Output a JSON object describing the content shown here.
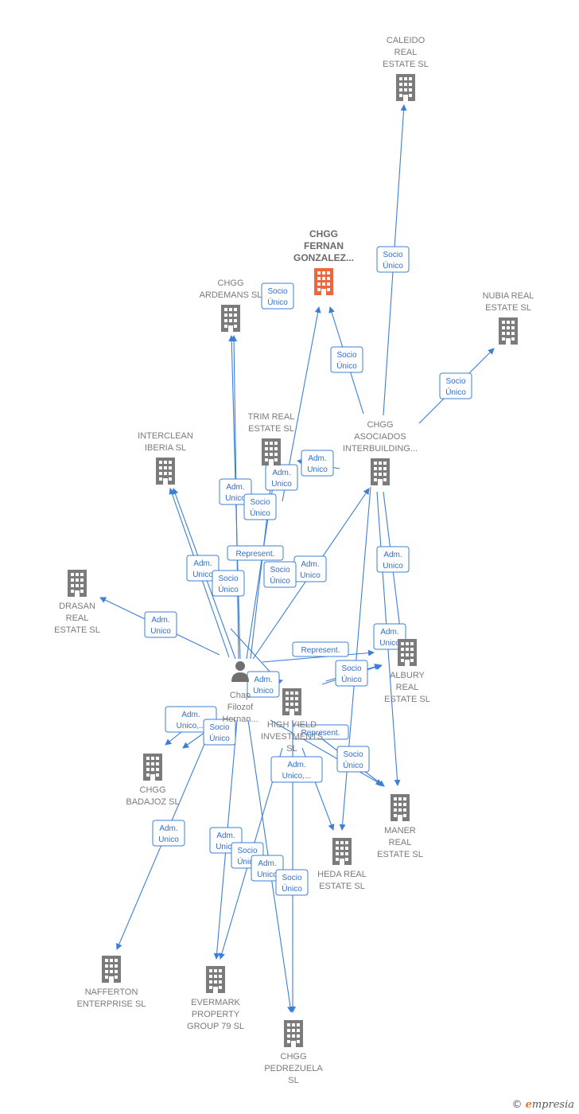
{
  "colors": {
    "edge": "#3d7fd6",
    "building": "#7b7b7b",
    "building_main": "#f0663a",
    "person": "#6f6f6f"
  },
  "nodes": [
    {
      "id": "caleido",
      "type": "building",
      "label": [
        "CALEIDO",
        "REAL",
        "ESTATE  SL"
      ]
    },
    {
      "id": "fernan",
      "type": "building-main",
      "label": [
        "CHGG",
        "FERNAN",
        "GONZALEZ..."
      ]
    },
    {
      "id": "ardemans",
      "type": "building",
      "label": [
        "CHGG",
        "ARDEMANS  SL"
      ]
    },
    {
      "id": "nubia",
      "type": "building",
      "label": [
        "NUBIA REAL",
        "ESTATE  SL"
      ]
    },
    {
      "id": "trim",
      "type": "building",
      "label": [
        "TRIM REAL",
        "ESTATE  SL"
      ]
    },
    {
      "id": "interclean",
      "type": "building",
      "label": [
        "INTERCLEAN",
        "IBERIA  SL"
      ]
    },
    {
      "id": "asociados",
      "type": "building",
      "label": [
        "CHGG",
        "ASOCIADOS",
        "INTERBUILDING..."
      ]
    },
    {
      "id": "drasan",
      "type": "building",
      "label": [
        "DRASAN",
        "REAL",
        "ESTATE  SL"
      ]
    },
    {
      "id": "person",
      "type": "person",
      "label": [
        "Chap",
        "Filozof",
        "Hernan..."
      ]
    },
    {
      "id": "albury",
      "type": "building",
      "label": [
        "ALBURY",
        "REAL",
        "ESTATE  SL"
      ]
    },
    {
      "id": "highyield",
      "type": "building",
      "label": [
        "HIGH YIELD",
        "INVESTMENTS",
        "SL"
      ]
    },
    {
      "id": "badajoz",
      "type": "building",
      "label": [
        "CHGG",
        "BADAJOZ  SL"
      ]
    },
    {
      "id": "maner",
      "type": "building",
      "label": [
        "MANER",
        "REAL",
        "ESTATE  SL"
      ]
    },
    {
      "id": "heda",
      "type": "building",
      "label": [
        "HEDA REAL",
        "ESTATE  SL"
      ]
    },
    {
      "id": "nafferton",
      "type": "building",
      "label": [
        "NAFFERTON",
        "ENTERPRISE SL"
      ]
    },
    {
      "id": "evermark",
      "type": "building",
      "label": [
        "EVERMARK",
        "PROPERTY",
        "GROUP 79  SL"
      ]
    },
    {
      "id": "pedrezuela",
      "type": "building",
      "label": [
        "CHGG",
        "PEDREZUELA",
        "SL"
      ]
    }
  ],
  "edges": [
    {
      "from": "asociados",
      "to": "caleido",
      "label": [
        "Socio",
        "Único"
      ]
    },
    {
      "from": "trim",
      "to": "fernan",
      "label": [
        "Socio",
        "Único"
      ]
    },
    {
      "from": "asociados",
      "to": "fernan",
      "label": [
        "Socio",
        "Único"
      ]
    },
    {
      "from": "asociados",
      "to": "nubia",
      "label": [
        "Socio",
        "Único"
      ]
    },
    {
      "from": "person",
      "to": "ardemans",
      "label": [
        "Adm.",
        "Unico"
      ]
    },
    {
      "from": "person",
      "to": "trim",
      "label": [
        "Adm.",
        "Unico"
      ]
    },
    {
      "from": "asociados",
      "to": "trim",
      "label": [
        "Adm.",
        "Unico"
      ]
    },
    {
      "from": "person",
      "to": "trim",
      "label": [
        "Socio",
        "Único"
      ]
    },
    {
      "from": "person",
      "to": "interclean",
      "label": [
        "Adm.",
        "Unico"
      ]
    },
    {
      "from": "person",
      "to": "interclean",
      "label": [
        "Socio",
        "Único"
      ]
    },
    {
      "from": "person",
      "to": "asociados",
      "label": [
        "Adm.",
        "Unico"
      ]
    },
    {
      "from": "person",
      "to": "ardemans",
      "label": [
        "Represent."
      ]
    },
    {
      "from": "person",
      "to": "highyield",
      "label": [
        "Socio",
        "Único"
      ]
    },
    {
      "from": "person",
      "to": "drasan",
      "label": [
        "Adm.",
        "Unico"
      ]
    },
    {
      "from": "asociados",
      "to": "albury",
      "label": [
        "Adm.",
        "Unico"
      ]
    },
    {
      "from": "person",
      "to": "albury",
      "label": [
        "Represent."
      ]
    },
    {
      "from": "person",
      "to": "albury",
      "label": [
        "Adm.",
        "Unico"
      ]
    },
    {
      "from": "person",
      "to": "albury",
      "label": [
        "Socio",
        "Único"
      ]
    },
    {
      "from": "person",
      "to": "highyield",
      "label": [
        "Adm.",
        "Unico"
      ]
    },
    {
      "from": "person",
      "to": "badajoz",
      "label": [
        "Adm.",
        "Unico,..."
      ]
    },
    {
      "from": "person",
      "to": "badajoz",
      "label": [
        "Socio",
        "Único"
      ]
    },
    {
      "from": "person",
      "to": "maner",
      "label": [
        "Represent."
      ]
    },
    {
      "from": "person",
      "to": "maner",
      "label": [
        "Socio",
        "Único"
      ]
    },
    {
      "from": "highyield",
      "to": "heda",
      "label": [
        "Adm.",
        "Unico,..."
      ]
    },
    {
      "from": "person",
      "to": "nafferton",
      "label": [
        "Adm.",
        "Unico"
      ]
    },
    {
      "from": "person",
      "to": "evermark",
      "label": [
        "Adm.",
        "Unico"
      ]
    },
    {
      "from": "highyield",
      "to": "evermark",
      "label": [
        "Socio",
        "Único"
      ]
    },
    {
      "from": "person",
      "to": "pedrezuela",
      "label": [
        "Adm.",
        "Unico"
      ]
    },
    {
      "from": "highyield",
      "to": "pedrezuela",
      "label": [
        "Socio",
        "Único"
      ]
    },
    {
      "from": "asociados",
      "to": "heda",
      "label": [
        "Socio",
        "Único"
      ]
    },
    {
      "from": "asociados",
      "to": "maner",
      "label": []
    }
  ],
  "footer": {
    "copyright": "©",
    "brand_initial": "e",
    "brand_rest": "mpresia"
  }
}
